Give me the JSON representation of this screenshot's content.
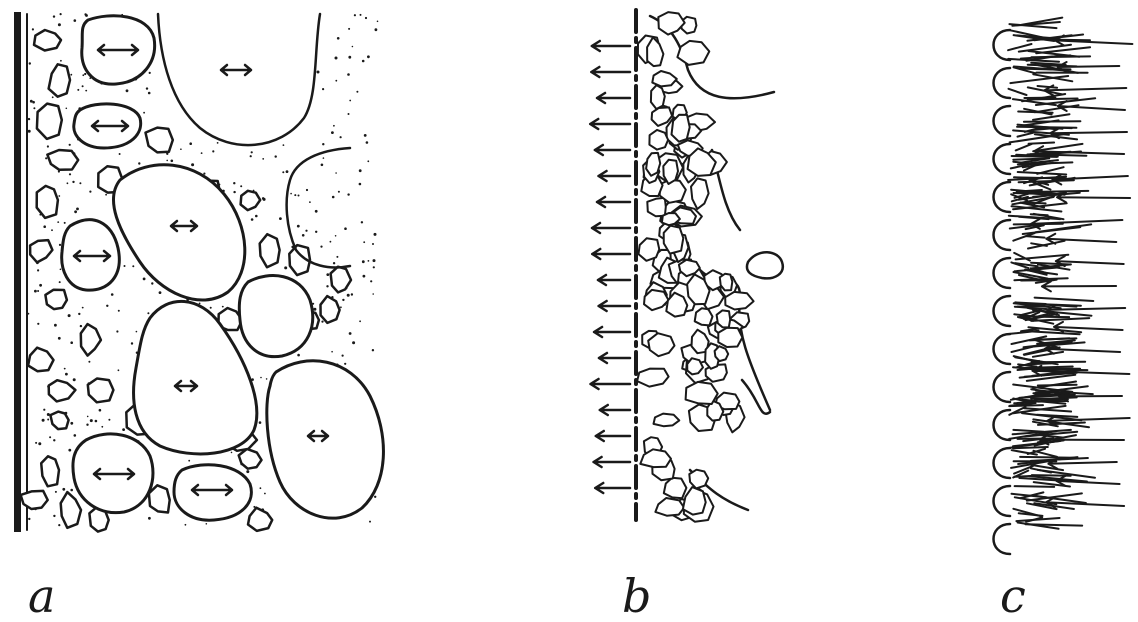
{
  "panels": [
    {
      "id": "a",
      "label": "a"
    },
    {
      "id": "b",
      "label": "b"
    },
    {
      "id": "c",
      "label": "c"
    }
  ],
  "colors": {
    "ink": "#1a1a1a",
    "paper": "#ffffff"
  }
}
